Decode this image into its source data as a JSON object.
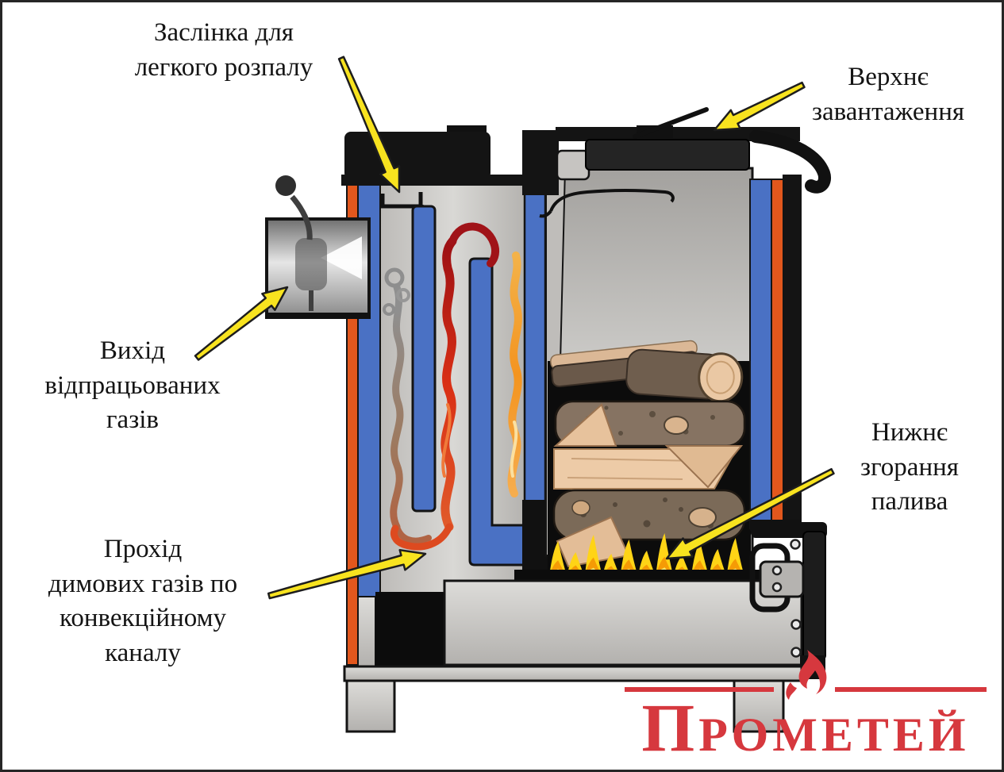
{
  "page": {
    "background": "#ffffff",
    "border_color": "#262626"
  },
  "diagram": {
    "labels": [
      {
        "id": "ignition-damper",
        "text": "Заслінка для\nлегкого розпалу"
      },
      {
        "id": "top-loading",
        "text": "Верхнє\nзавантаження"
      },
      {
        "id": "flue-gas-outlet",
        "text": "Вихід\nвідпрацьованих\nгазів"
      },
      {
        "id": "convection-channel",
        "text": "Прохід\nдимових газів по\nконвекційному\nканалу"
      },
      {
        "id": "lower-combustion",
        "text": "Нижнє\nзгорання\nпалива"
      }
    ],
    "colors": {
      "arrow_yellow": "#f8e31f",
      "water_jacket_blue": "#4a71c4",
      "insulation_orange": "#e2571d",
      "flame_yellow": "#ffd416",
      "metal_gray": "#c7c5c2",
      "brand_red": "#d6383e"
    },
    "icons": [
      "flame-icon",
      "flow-direction-triangle-icon"
    ]
  },
  "brand": {
    "name": "Прометей",
    "color": "#d6383e"
  }
}
